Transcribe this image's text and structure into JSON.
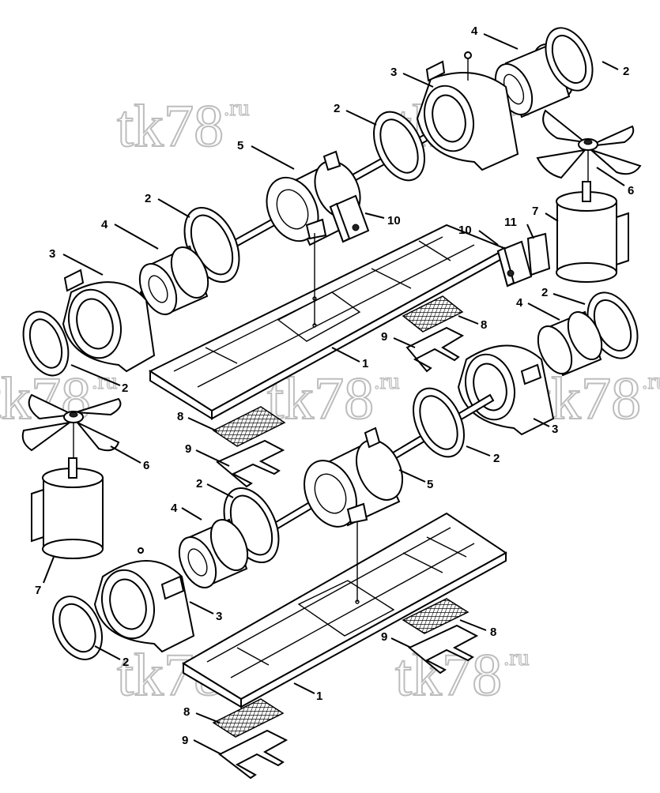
{
  "watermark": {
    "main": "tk78",
    "suffix": ".ru"
  },
  "callouts": {
    "c1a": "1",
    "c1b": "1",
    "c2a": "2",
    "c2b": "2",
    "c2c": "2",
    "c2d": "2",
    "c2e": "2",
    "c2f": "2",
    "c2g": "2",
    "c2h": "2",
    "c3a": "3",
    "c3b": "3",
    "c3c": "3",
    "c3d": "3",
    "c4a": "4",
    "c4b": "4",
    "c4c": "4",
    "c4d": "4",
    "c5a": "5",
    "c5b": "5",
    "c6a": "6",
    "c6b": "6",
    "c7a": "7",
    "c7b": "7",
    "c8a": "8",
    "c8b": "8",
    "c8c": "8",
    "c8d": "8",
    "c9a": "9",
    "c9b": "9",
    "c9c": "9",
    "c9d": "9",
    "c10a": "10",
    "c10b": "10",
    "c11": "11"
  }
}
